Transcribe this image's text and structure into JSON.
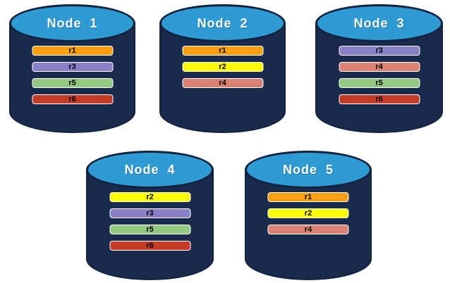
{
  "colors": {
    "cylinder_body": "#1A2A4C",
    "cylinder_outline": "#13223F",
    "cylinder_top_fill": "#2E9BD5",
    "title_text": "#FFFFFF",
    "bar_text": "#000000",
    "bar_border": "#FFFFFF",
    "shard_r1": "#FBA00C",
    "shard_r2": "#FEFE00",
    "shard_r3": "#8A7EC6",
    "shard_r4": "#DB8273",
    "shard_r5": "#93C883",
    "shard_r6": "#C43B26"
  },
  "nodes": [
    {
      "label": "Node  1",
      "rows": [
        {
          "label": "r1",
          "color": "#FBA00C"
        },
        {
          "label": "r3",
          "color": "#8A7EC6"
        },
        {
          "label": "r5",
          "color": "#93C883"
        },
        {
          "label": "r6",
          "color": "#C43B26"
        }
      ]
    },
    {
      "label": "Node  2",
      "rows": [
        {
          "label": "r1",
          "color": "#FBA00C"
        },
        {
          "label": "r2",
          "color": "#FEFE00"
        },
        {
          "label": "r4",
          "color": "#DB8273"
        }
      ]
    },
    {
      "label": "Node  3",
      "rows": [
        {
          "label": "r3",
          "color": "#8A7EC6"
        },
        {
          "label": "r4",
          "color": "#DB8273"
        },
        {
          "label": "r5",
          "color": "#93C883"
        },
        {
          "label": "r6",
          "color": "#C43B26"
        }
      ]
    },
    {
      "label": "Node  4",
      "rows": [
        {
          "label": "r2",
          "color": "#FEFE00"
        },
        {
          "label": "r3",
          "color": "#8A7EC6"
        },
        {
          "label": "r5",
          "color": "#93C883"
        },
        {
          "label": "r6",
          "color": "#C43B26"
        }
      ]
    },
    {
      "label": "Node  5",
      "rows": [
        {
          "label": "r1",
          "color": "#FBA00C"
        },
        {
          "label": "r2",
          "color": "#FEFE00"
        },
        {
          "label": "r4",
          "color": "#DB8273"
        }
      ]
    }
  ]
}
